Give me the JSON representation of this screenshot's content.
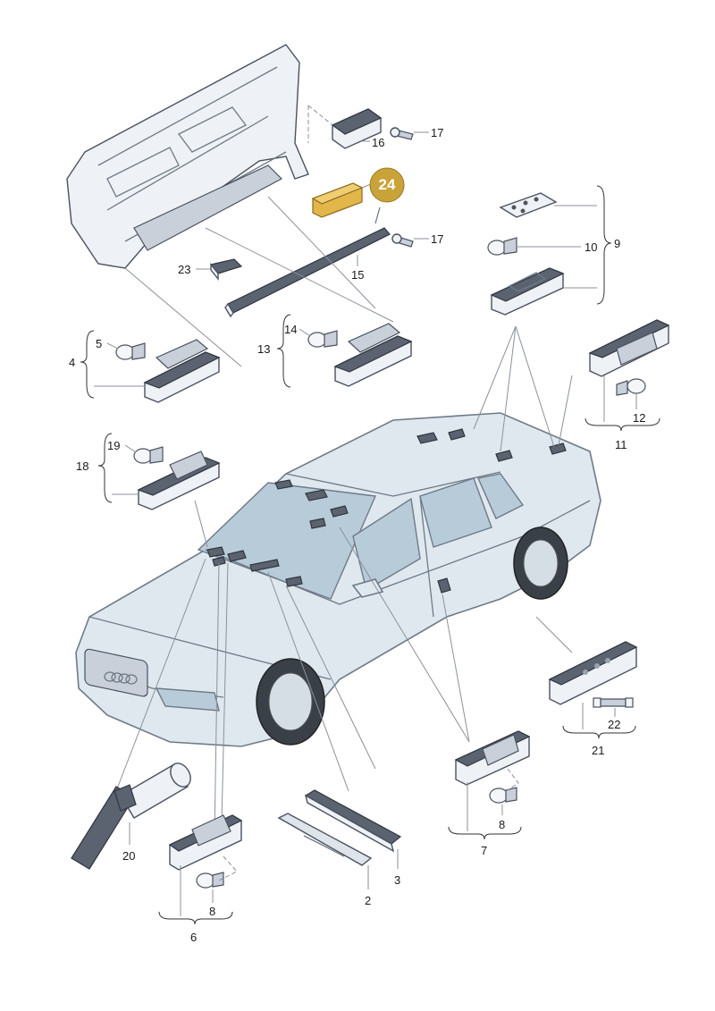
{
  "callouts": {
    "c2": "2",
    "c3": "3",
    "c4": "4",
    "c5": "5",
    "c6": "6",
    "c7": "7",
    "c8a": "8",
    "c8b": "8",
    "c9": "9",
    "c10": "10",
    "c11": "11",
    "c12": "12",
    "c13": "13",
    "c14": "14",
    "c15": "15",
    "c16": "16",
    "c17a": "17",
    "c17b": "17",
    "c18": "18",
    "c19": "19",
    "c20": "20",
    "c21": "21",
    "c22": "22",
    "c23": "23",
    "c24": "24"
  },
  "colors": {
    "highlight_badge": "#c9a23a",
    "highlight_part": "#e2b64a",
    "car_body": "#dfe8ef",
    "car_glass": "#b8cbd8"
  }
}
